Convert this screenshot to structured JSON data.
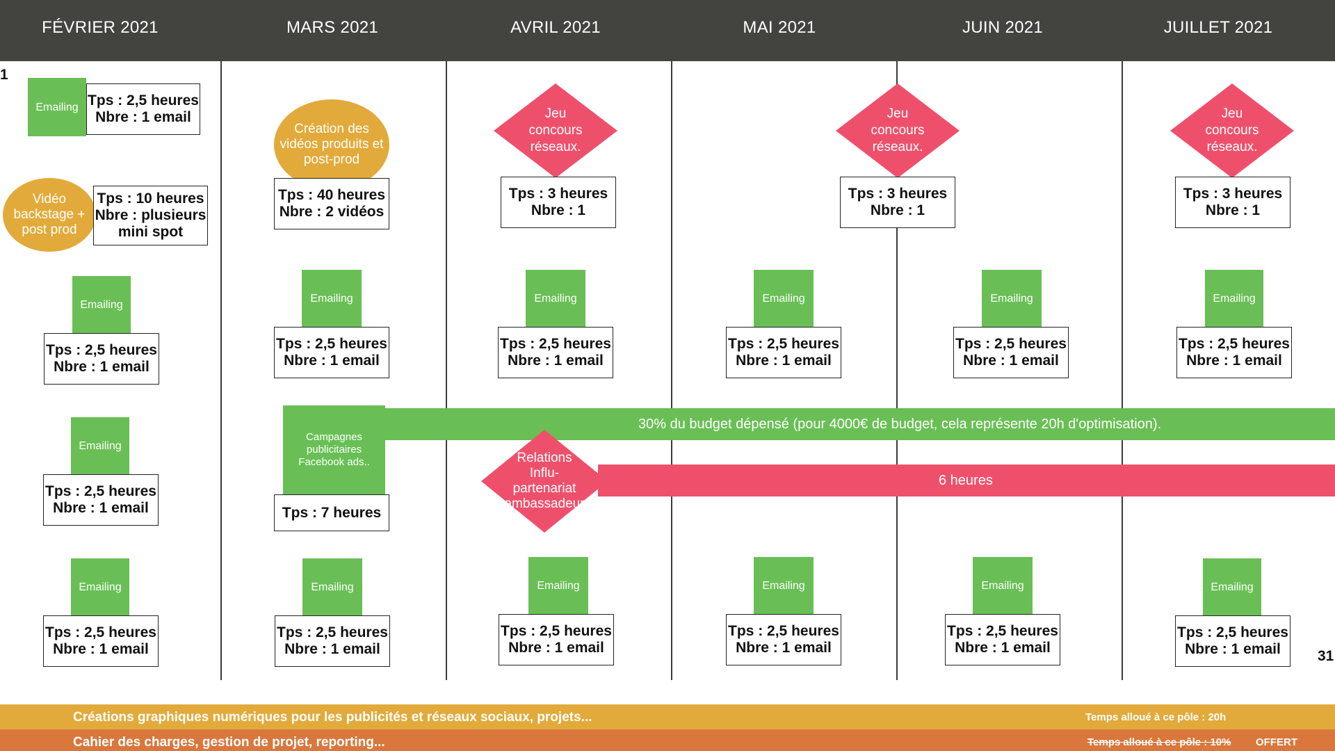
{
  "months": [
    "FÉVRIER 2021",
    "MARS 2021",
    "AVRIL 2021",
    "MAI 2021",
    "JUIN 2021",
    "JUILLET 2021"
  ],
  "edge_left": "1",
  "edge_right": "31",
  "labels": {
    "emailing": "Emailing",
    "campagnes": "Campagnes publicitaires Facebook ads..",
    "video_backstage": "Vidéo backstage + post prod",
    "creation_videos": "Création des vidéos produits et post-prod",
    "jeu_concours": "Jeu concours réseaux.",
    "relations": "Relations Influ-partenariat ambassadeur"
  },
  "info": {
    "t25": "Tps : 2,5 heures",
    "n1email": "Nbre : 1 email",
    "t10": "Tps : 10 heures",
    "nplusieurs": "Nbre : plusieurs",
    "minispot": "mini spot",
    "t40": "Tps : 40 heures",
    "n2videos": "Nbre : 2 vidéos",
    "t3": "Tps : 3 heures",
    "n1": "Nbre : 1",
    "t7": "Tps : 7 heures"
  },
  "bars": {
    "budget": "30% du budget dépensé (pour 4000€ de budget, cela représente 20h d'optimisation).",
    "relations_hours": "6 heures"
  },
  "footer": {
    "creations": "Créations graphiques  numériques pour les publicités et réseaux sociaux, projets...",
    "creations_time": "Temps alloué à ce pôle : 20h",
    "cahier": "Cahier des charges, gestion de projet, reporting...",
    "cahier_time": "Temps alloué à ce pôle : 10%",
    "offert": "OFFERT"
  },
  "colors": {
    "header": "#434340",
    "green": "#69bf55",
    "pink": "#ee506c",
    "gold": "#e2aa3a",
    "orange": "#d9773c"
  }
}
